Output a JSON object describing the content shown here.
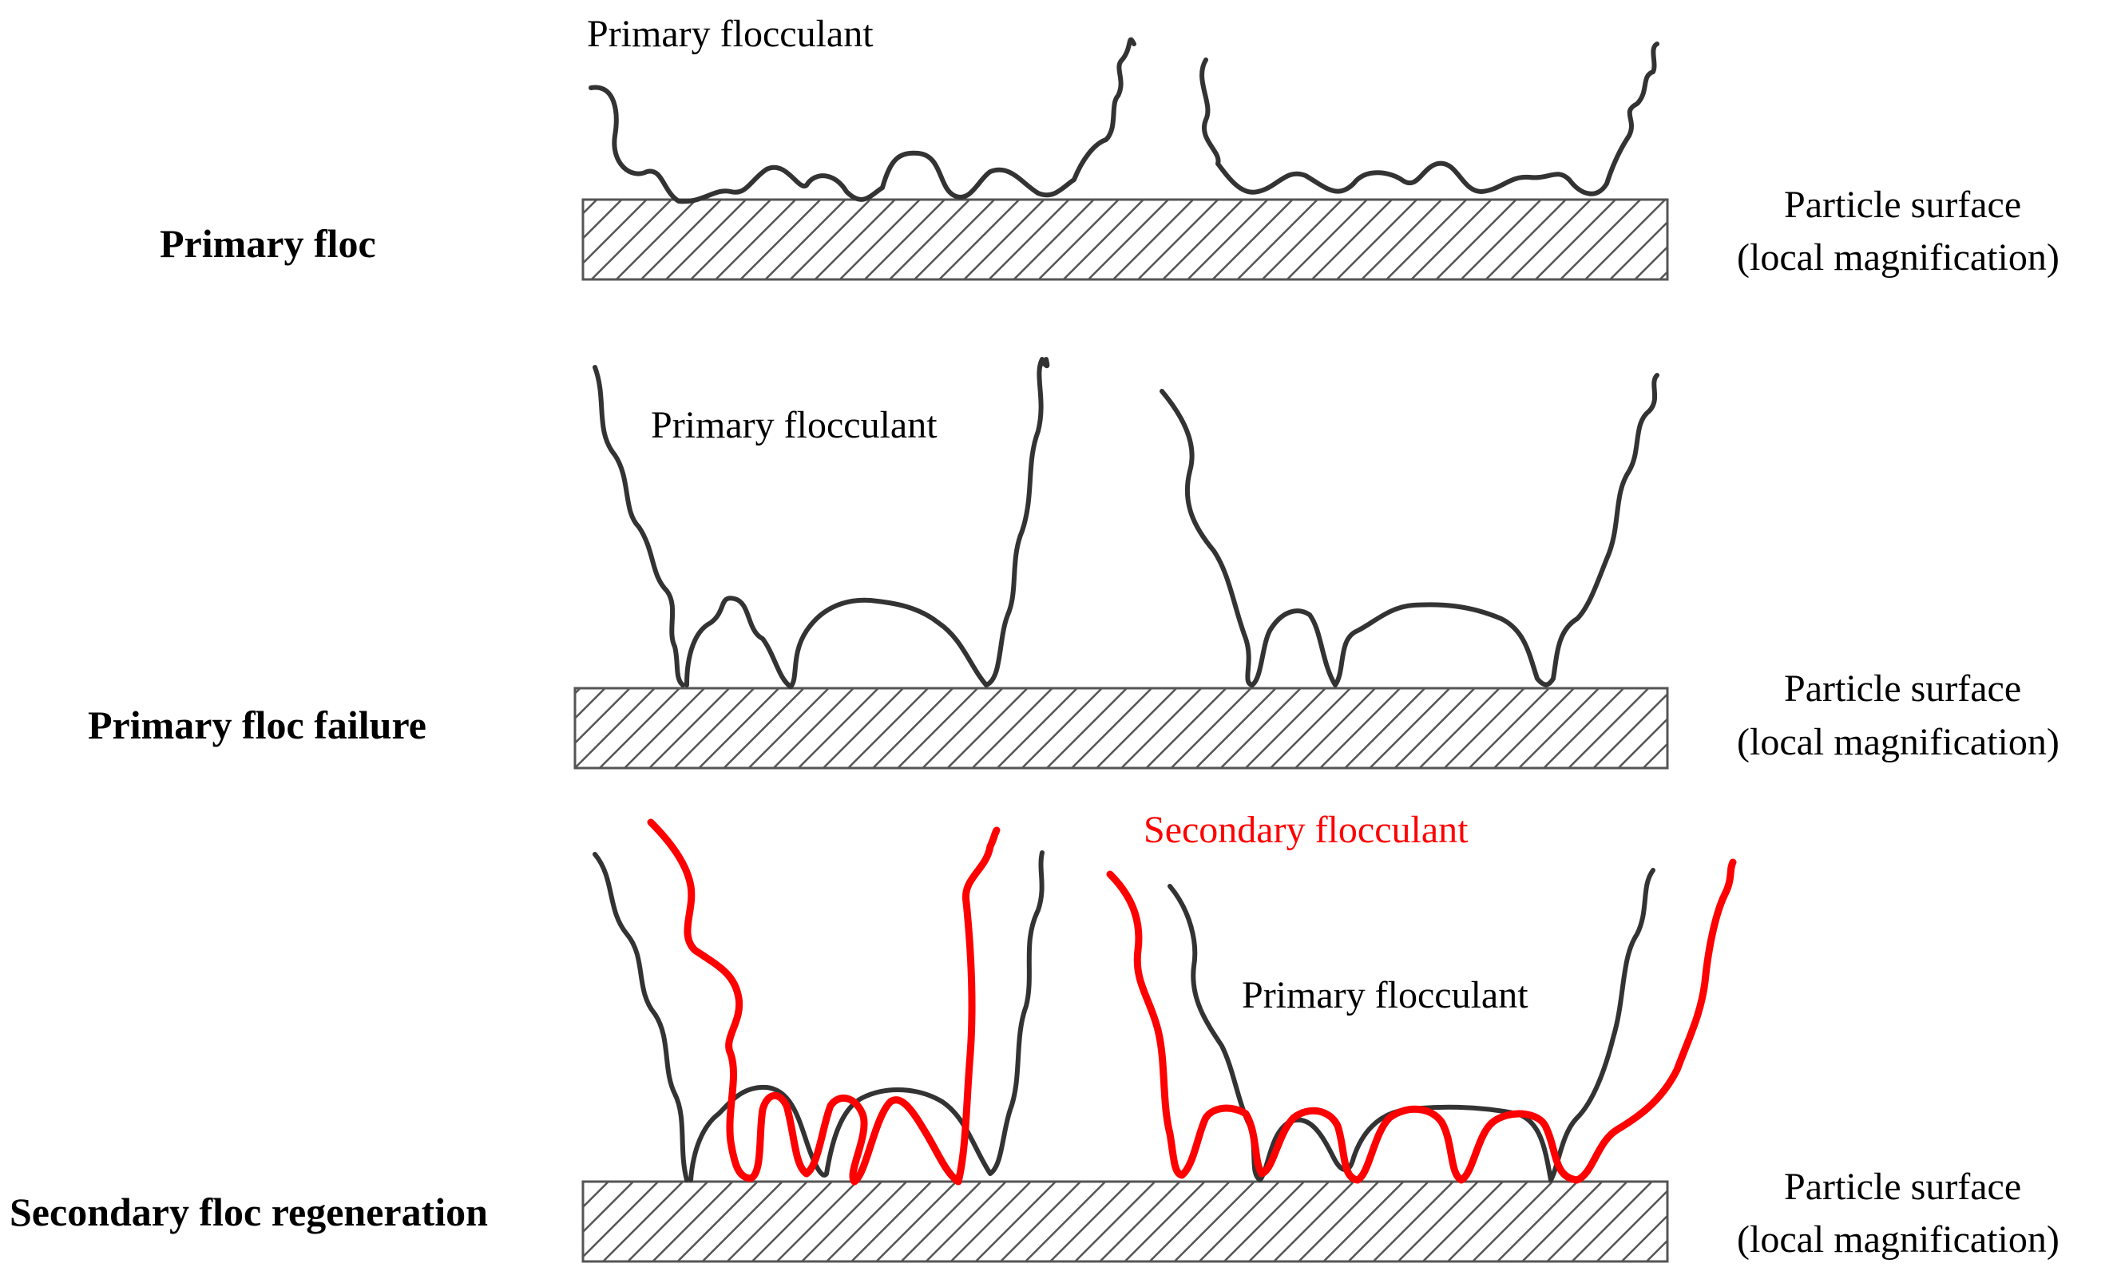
{
  "panels": [
    {
      "title": "Primary floc",
      "surface_label_line1": "Particle surface",
      "surface_label_line2": "(local magnification)",
      "primary_flocculant_label": "Primary flocculant"
    },
    {
      "title": "Primary floc failure",
      "surface_label_line1": "Particle surface",
      "surface_label_line2": "(local magnification)",
      "primary_flocculant_label": "Primary flocculant"
    },
    {
      "title": "Secondary floc regeneration",
      "surface_label_line1": "Particle surface",
      "surface_label_line2": "(local magnification)",
      "primary_flocculant_label": "Primary flocculant",
      "secondary_flocculant_label": "Secondary flocculant"
    }
  ],
  "colors": {
    "primary_chain": "#333333",
    "secondary_chain": "#ff0000",
    "surface_hatch": "#555555"
  }
}
